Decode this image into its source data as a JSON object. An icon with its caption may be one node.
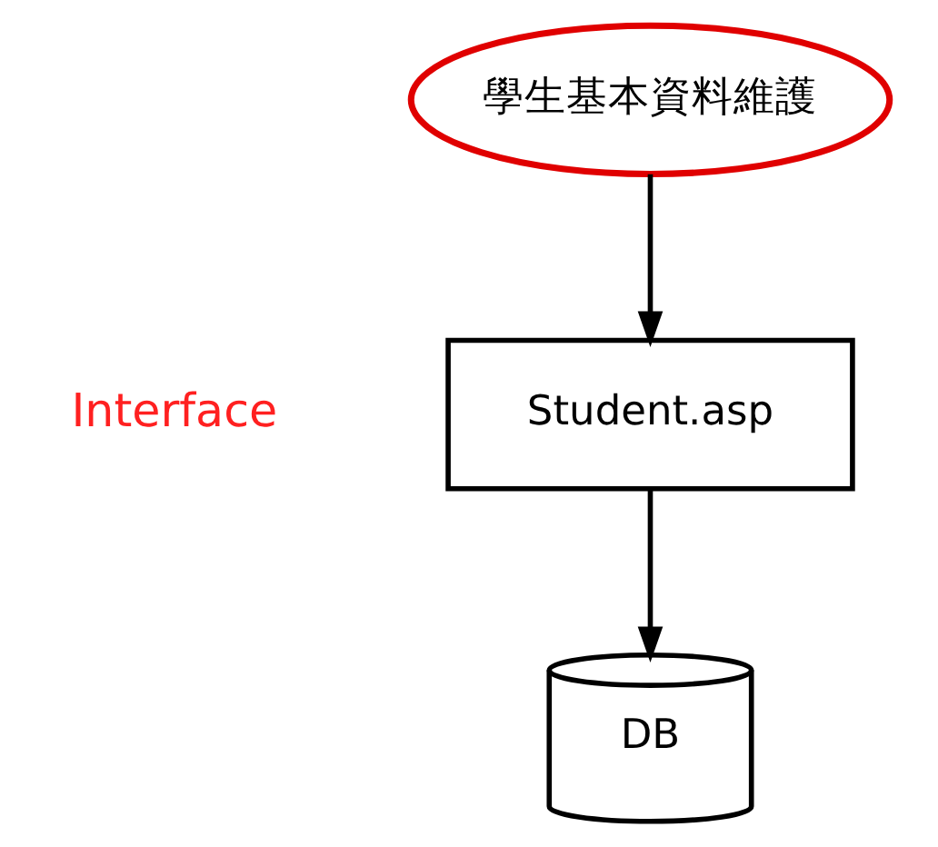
{
  "diagram": {
    "nodes": [
      {
        "text": [
          "學生基本資料維護"
        ]
      },
      {
        "text": [
          "Student.asp"
        ]
      },
      {
        "text": [
          "DB"
        ]
      }
    ],
    "edges": [
      {
        "from": 0,
        "to": 1,
        "arrow": "to"
      },
      {
        "from": 1,
        "to": 2,
        "arrow": "to"
      }
    ],
    "labels": [
      "Interface"
    ]
  }
}
